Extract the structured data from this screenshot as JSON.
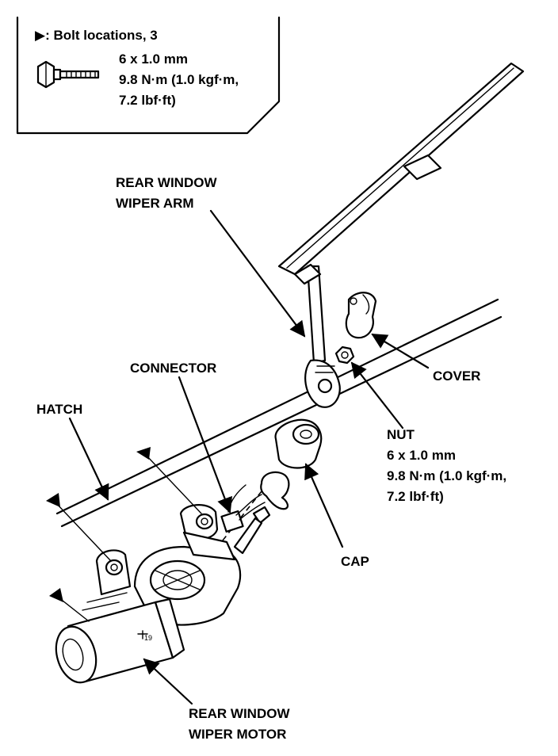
{
  "legend": {
    "bolt_locations": "▶: Bolt locations, 3",
    "bolt_size": "6 x 1.0 mm",
    "bolt_torque_1": "9.8 N·m (1.0 kgf·m,",
    "bolt_torque_2": "7.2 lbf·ft)"
  },
  "labels": {
    "arm_1": "REAR WINDOW",
    "arm_2": "WIPER ARM",
    "cover": "COVER",
    "connector": "CONNECTOR",
    "hatch": "HATCH",
    "nut": "NUT",
    "nut_size": "6 x 1.0 mm",
    "nut_torque_1": "9.8 N·m (1.0 kgf·m,",
    "nut_torque_2": "7.2 lbf·ft)",
    "cap": "CAP",
    "motor_1": "REAR WINDOW",
    "motor_2": "WIPER MOTOR"
  }
}
